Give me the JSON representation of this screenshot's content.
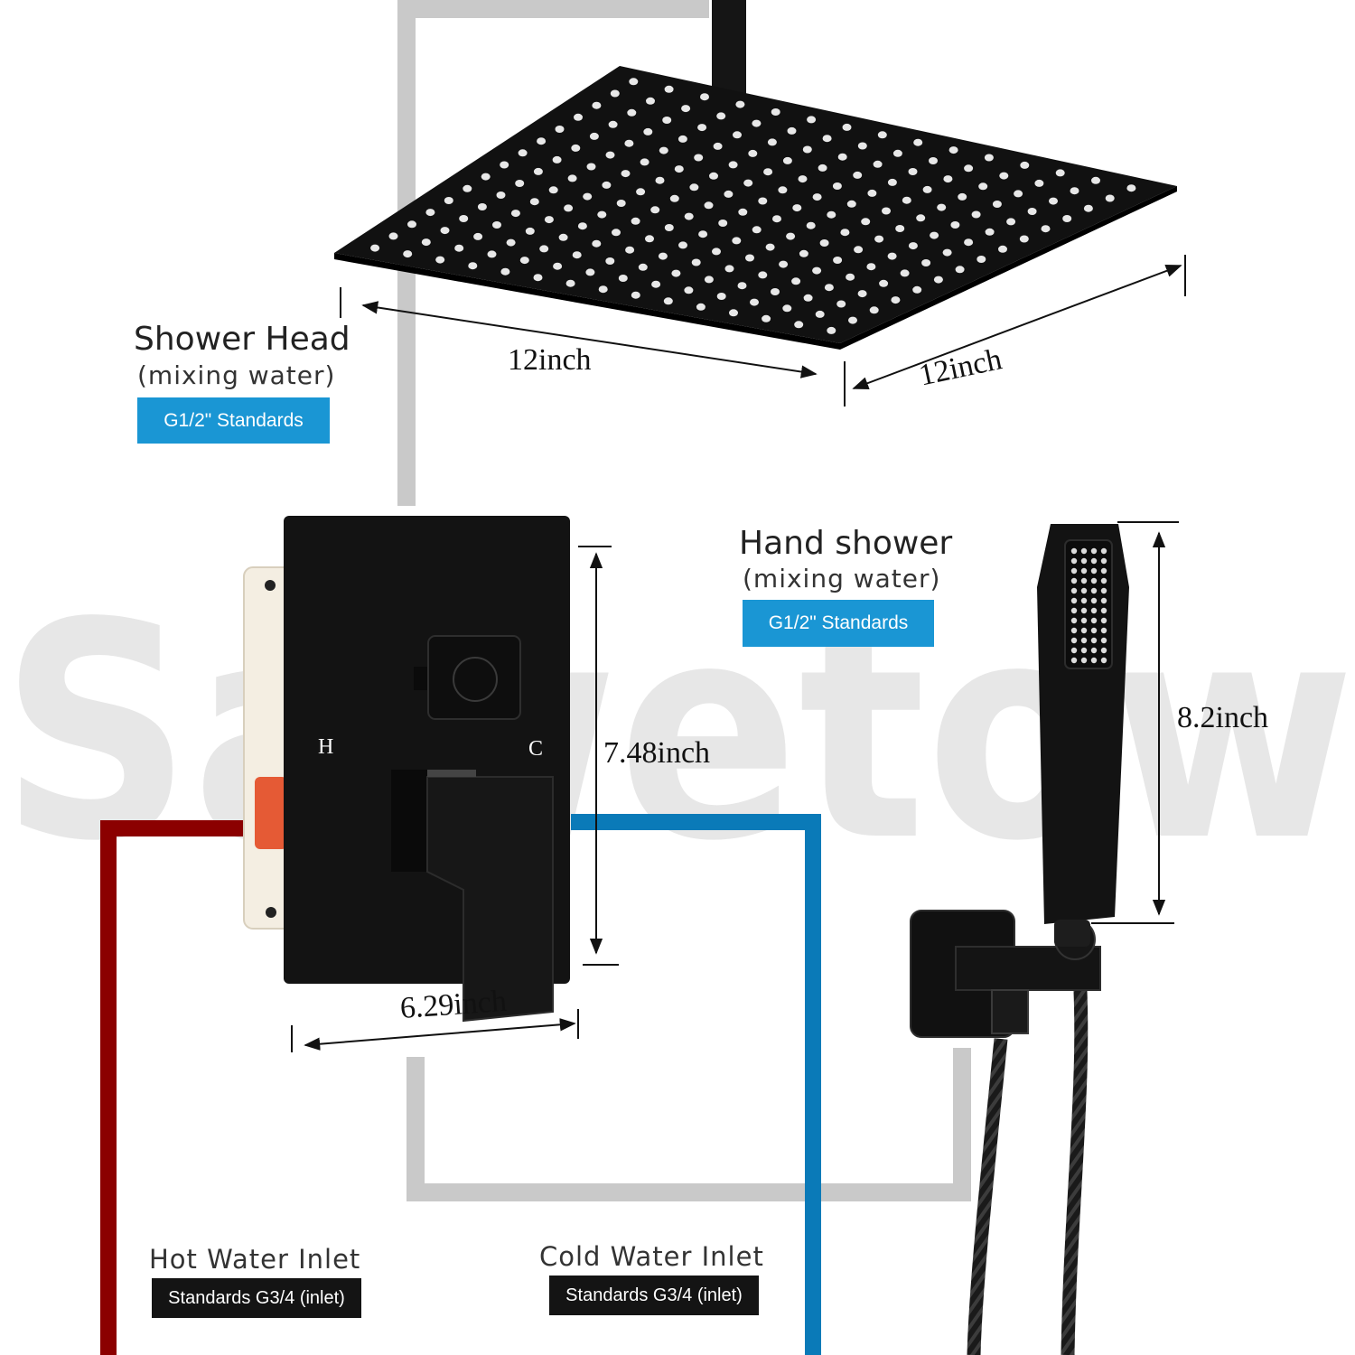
{
  "watermark": "Sawetow",
  "shower_head": {
    "title": "Shower Head",
    "subtitle": "(mixing water)",
    "standard": "G1/2\" Standards",
    "width_dim": "12inch",
    "depth_dim": "12inch"
  },
  "hand_shower": {
    "title": "Hand shower",
    "subtitle": "(mixing water)",
    "standard": "G1/2\" Standards",
    "height_dim": "8.2inch"
  },
  "valve": {
    "hot_mark": "H",
    "cold_mark": "C",
    "height_dim": "7.48inch",
    "width_dim": "6.29inch"
  },
  "hot_inlet": {
    "title": "Hot Water Inlet",
    "standard": "Standards G3/4 (inlet)"
  },
  "cold_inlet": {
    "title": "Cold Water Inlet",
    "standard": "Standards G3/4 (inlet)"
  },
  "colors": {
    "hot_pipe": "#8b0000",
    "cold_pipe": "#0a7ab8",
    "frame_pipe": "#c9c9c9",
    "badge_blue": "#1a96d4",
    "badge_black": "#141414",
    "product_black": "#151515"
  },
  "icons": [
    "rain-shower-head-icon",
    "valve-trim-plate-icon",
    "hand-shower-icon",
    "wall-elbow-icon",
    "shower-hose-icon"
  ]
}
